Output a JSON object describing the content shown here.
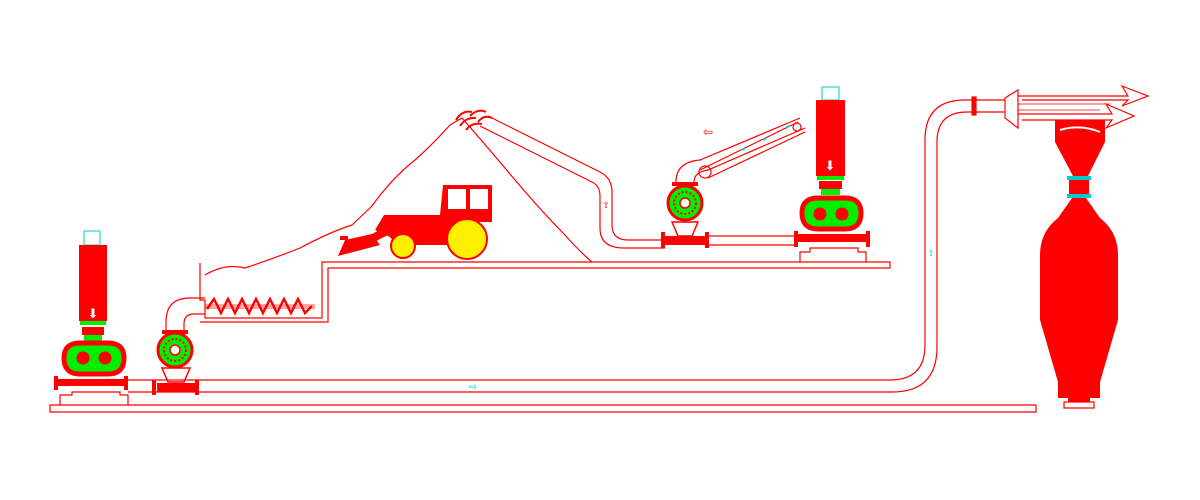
{
  "diagram": {
    "kind": "pneumatic-conveying-system",
    "colors": {
      "outline": "#ff0000",
      "machine_body": "#ff0000",
      "rotor": "#00ee00",
      "wheel": "#ffee00",
      "filter_cap": "#00dddd",
      "background": "#ffffff"
    },
    "components": [
      {
        "id": "blower-left",
        "icon": "roots-blower-icon"
      },
      {
        "id": "rotary-valve-left",
        "icon": "rotary-airlock-icon"
      },
      {
        "id": "screw-feeder",
        "icon": "screw-conveyor-icon"
      },
      {
        "id": "wheel-loader",
        "icon": "loader-tractor-icon"
      },
      {
        "id": "material-pile",
        "icon": "stockpile-icon"
      },
      {
        "id": "belt-conveyor",
        "icon": "belt-conveyor-icon"
      },
      {
        "id": "rotary-valve-right",
        "icon": "rotary-airlock-icon"
      },
      {
        "id": "blower-right",
        "icon": "roots-blower-icon"
      },
      {
        "id": "cyclone-separator",
        "icon": "cyclone-icon"
      },
      {
        "id": "storage-silo",
        "icon": "silo-icon"
      },
      {
        "id": "discharge-arrows",
        "icon": "double-arrow-icon"
      }
    ],
    "flow_markers": [
      "⇨",
      "⇧",
      "⇧",
      "⇦",
      "⬇",
      "⬇"
    ]
  }
}
